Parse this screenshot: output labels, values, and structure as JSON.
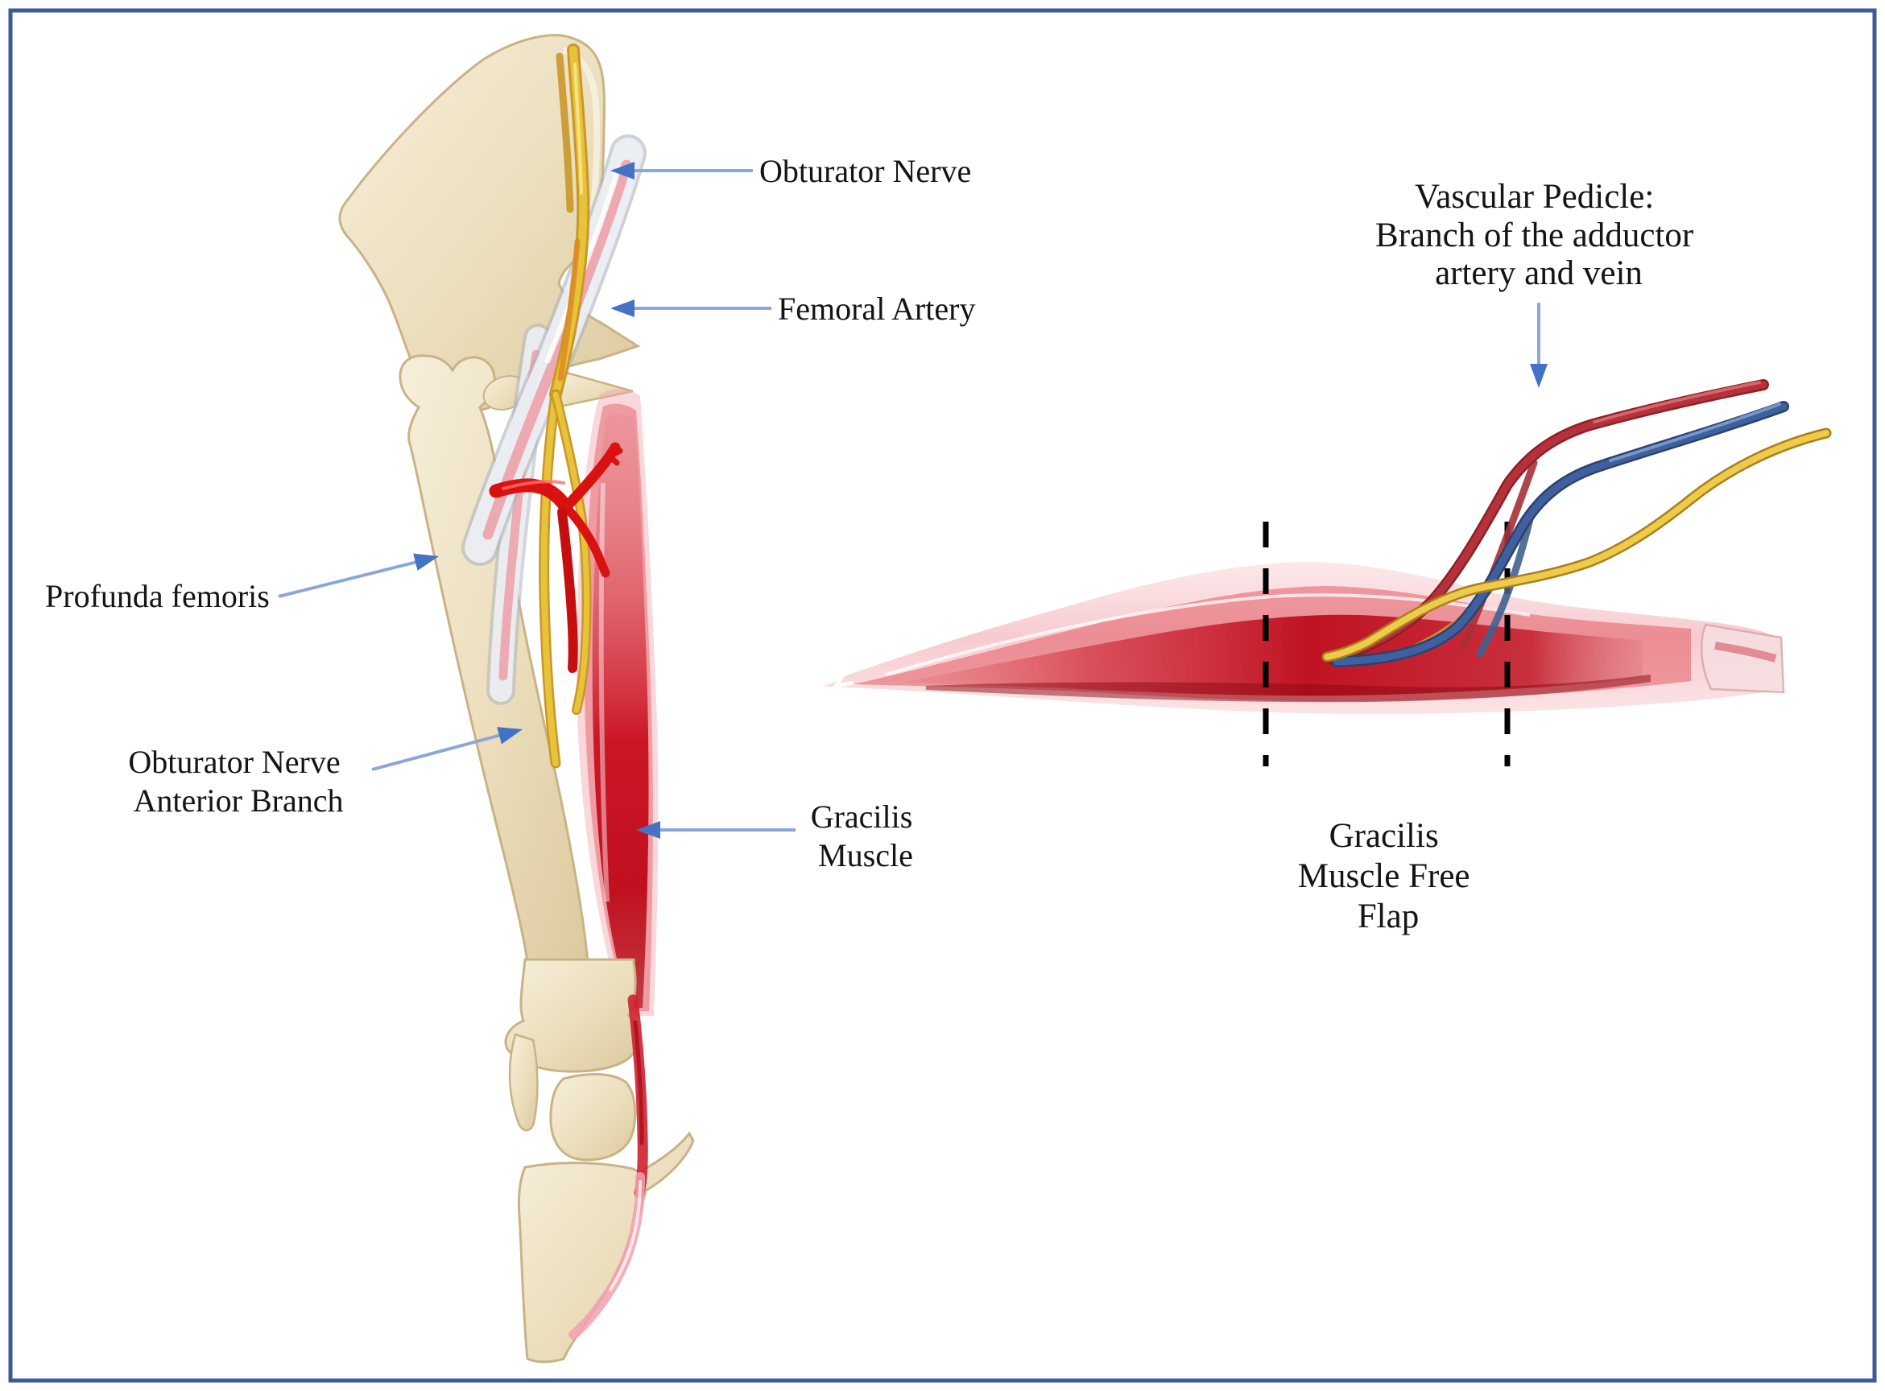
{
  "figure": {
    "border_color": "#3d5a98",
    "background_color": "#ffffff",
    "text_color": "#141414",
    "arrow_line_color": "#8ba6d9",
    "arrow_head_color": "#4472c4"
  },
  "left_panel": {
    "labels": {
      "obturator_nerve": "Obturator Nerve",
      "femoral_artery": "Femoral Artery",
      "profunda_femoris": "Profunda femoris",
      "obturator_nerve_anterior_branch": [
        "Obturator Nerve",
        "Anterior Branch"
      ],
      "gracilis_muscle": [
        "Gracilis",
        "Muscle"
      ]
    },
    "structure_colors": {
      "bone": "#ecdebc",
      "gracilis_muscle": "#c41525",
      "obturator_nerve": "#e8c33a",
      "vessel_sheath": "#eef0f4",
      "vessel_core": "#eda3ab",
      "adductor_branch_vessel": "#d91111"
    }
  },
  "right_panel": {
    "labels": {
      "vascular_pedicle": [
        "Vascular Pedicle:",
        "Branch of the adductor",
        "artery and vein"
      ],
      "gracilis_muscle_free_flap": [
        "Gracilis",
        "Muscle Free",
        "Flap"
      ]
    },
    "structure_colors": {
      "pedicle_artery": "#b5323a",
      "pedicle_vein": "#3f5f9e",
      "pedicle_nerve": "#e3b93c",
      "flap_muscle": "#c01322",
      "cut_lines": "#000000"
    }
  }
}
